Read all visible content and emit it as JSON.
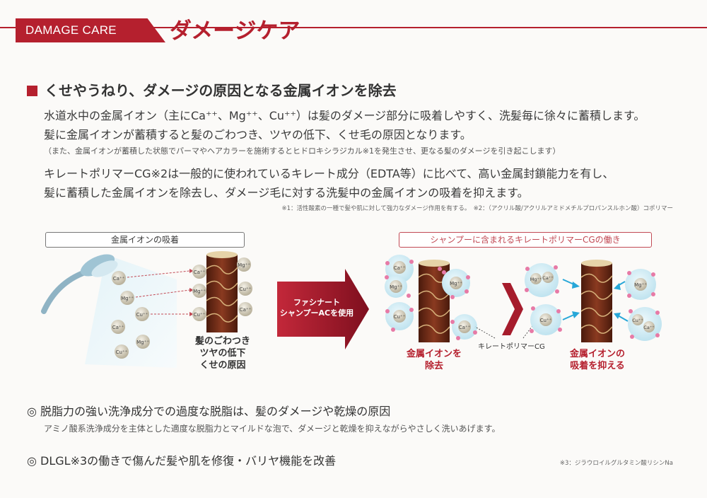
{
  "header": {
    "tab_label": "DAMAGE CARE",
    "title": "ダメージケア"
  },
  "section": {
    "title": "くせやうねり、ダメージの原因となる金属イオンを除去",
    "lines": [
      "水道水中の金属イオン（主にCa⁺⁺、Mg⁺⁺、Cu⁺⁺）は髪のダメージ部分に吸着しやすく、洗髪毎に徐々に蓄積します。",
      "髪に金属イオンが蓄積すると髪のごわつき、ツヤの低下、くせ毛の原因となります。"
    ],
    "note": "（また、金属イオンが蓄積した状態でパーマやヘアカラーを施術するとヒドロキシラジカル※1を発生させ、更なる髪のダメージを引き起こします）",
    "lines2": [
      "キレートポリマーCG※2は一般的に使われているキレート成分（EDTA等）に比べて、高い金属封鎖能力を有し、",
      "髪に蓄積した金属イオンを除去し、ダメージ毛に対する洗髪中の金属イオンの吸着を抑えます。"
    ],
    "footnote": "※1：活性酸素の一種で髪や肌に対して強力なダメージ作用を有する。　※2：（アクリル酸/アクリルアミドメチルプロパンスルホン酸）コポリマー"
  },
  "diagram": {
    "left_label": "金属イオンの吸着",
    "right_label": "シャンプーに含まれるキレートポリマーCGの働き",
    "ions": {
      "ca": "Ca⁺⁺",
      "mg": "Mg⁺⁺",
      "cu": "Cu⁺⁺"
    },
    "hair_effect": [
      "髪のごわつき",
      "ツヤの低下",
      "くせの原因"
    ],
    "arrow_text": [
      "ファシナート",
      "シャンプーACを使用"
    ],
    "remove_label": [
      "金属イオンを",
      "除去"
    ],
    "chelate_label": "キレートポリマーCG",
    "suppress_label": [
      "金属イオンの",
      "吸着を抑える"
    ]
  },
  "bottom": {
    "item1_title": "◎ 脱脂力の強い洗浄成分での過度な脱脂は、髪のダメージや乾燥の原因",
    "item1_sub": "アミノ酸系洗浄成分を主体とした適度な脱脂力とマイルドな泡で、ダメージと乾燥を抑えながらやさしく洗いあげます。",
    "item2_title": "◎ DLGL※3の働きで傷んだ髪や肌を修復・バリヤ機能を改善",
    "footnote3": "※3：ジラウロイルグルタミン酸リシンNa"
  },
  "colors": {
    "accent": "#b5202e",
    "hair": "#6b2a18",
    "ion": "#c9c2ad",
    "bubble": "#cde9f2",
    "pink": "#e77aa6",
    "arrow": "#9a1426"
  }
}
